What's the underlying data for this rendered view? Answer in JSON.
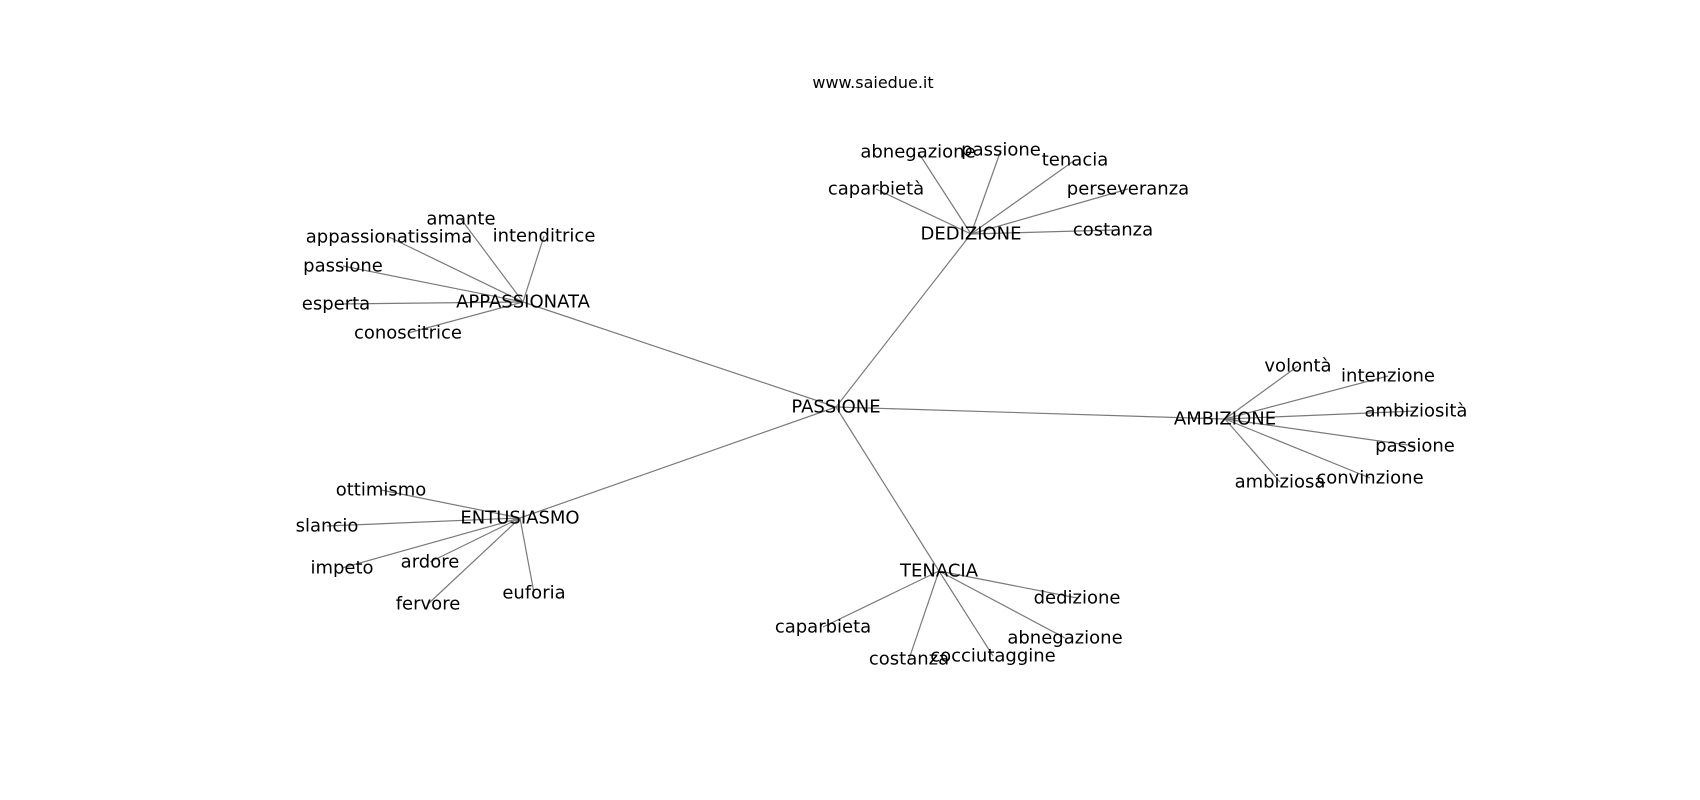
{
  "source_label": "www.saiedue.it",
  "graph": {
    "root": "PASSIONE",
    "edge_color": "#7a7a7a",
    "hubs": [
      {
        "id": "appassionata",
        "label": "APPASSIONATA",
        "leaves": [
          "amante",
          "appassionatissima",
          "intenditrice",
          "passione",
          "esperta",
          "conoscitrice"
        ]
      },
      {
        "id": "dedizione",
        "label": "DEDIZIONE",
        "leaves": [
          "abnegazione",
          "passione",
          "tenacia",
          "caparbietà",
          "perseveranza",
          "costanza"
        ]
      },
      {
        "id": "ambizione",
        "label": "AMBIZIONE",
        "leaves": [
          "volontà",
          "intenzione",
          "ambiziosità",
          "passione",
          "convinzione",
          "ambiziosa"
        ]
      },
      {
        "id": "entusiasmo",
        "label": "ENTUSIASMO",
        "leaves": [
          "ottimismo",
          "slancio",
          "impeto",
          "ardore",
          "fervore",
          "euforia"
        ]
      },
      {
        "id": "tenacia",
        "label": "TENACIA",
        "leaves": [
          "dedizione",
          "caparbieta",
          "abnegazione",
          "costanza",
          "cocciutaggine"
        ]
      }
    ]
  }
}
